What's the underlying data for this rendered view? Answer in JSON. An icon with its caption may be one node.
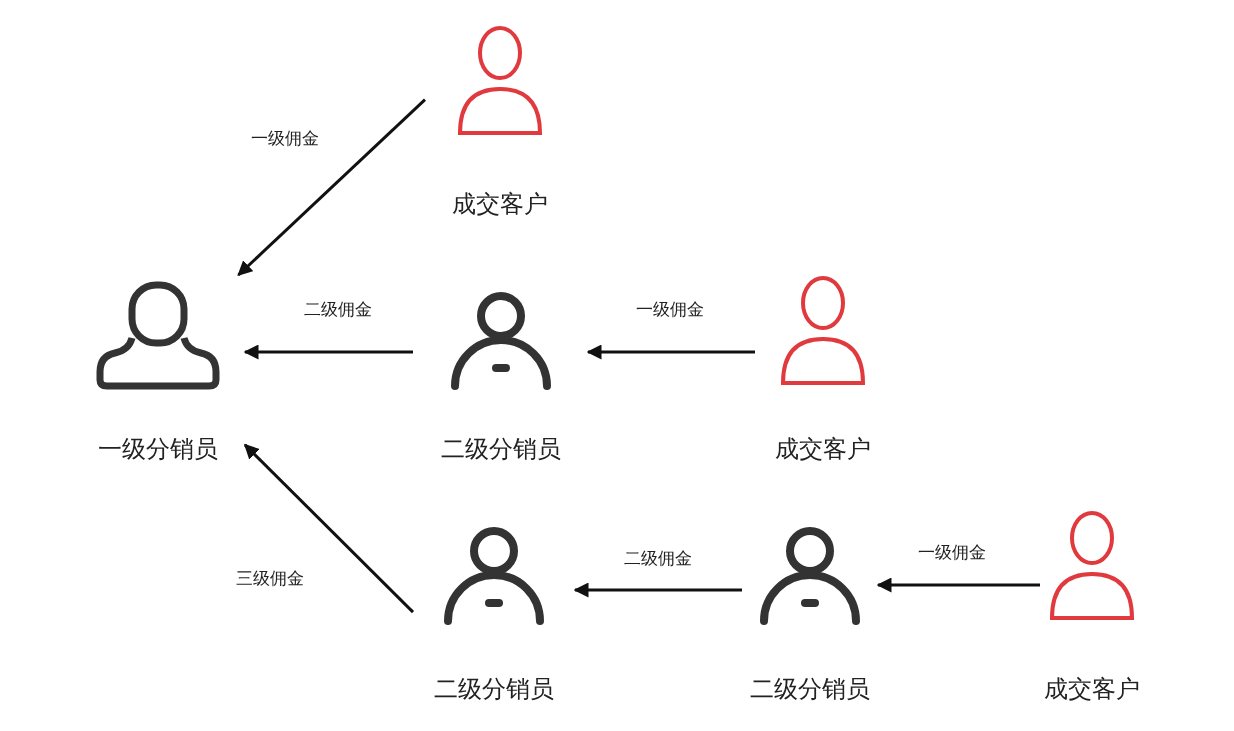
{
  "diagram": {
    "nodes": [
      {
        "text": [
          "成交客户"
        ]
      },
      {
        "text": [
          "一级分销员"
        ]
      },
      {
        "text": [
          "二级分销员"
        ]
      },
      {
        "text": [
          "成交客户"
        ]
      },
      {
        "text": [
          "二级分销员"
        ]
      },
      {
        "text": [
          "二级分销员"
        ]
      },
      {
        "text": [
          "成交客户"
        ]
      }
    ],
    "edges": [
      {
        "from": 0,
        "to": 1,
        "arrow": "to",
        "label": "一级佣金"
      },
      {
        "from": 2,
        "to": 1,
        "arrow": "to",
        "label": "二级佣金"
      },
      {
        "from": 3,
        "to": 2,
        "arrow": "to",
        "label": "一级佣金"
      },
      {
        "from": 4,
        "to": 1,
        "arrow": "to",
        "label": "三级佣金"
      },
      {
        "from": 5,
        "to": 4,
        "arrow": "to",
        "label": "二级佣金"
      },
      {
        "from": 6,
        "to": 5,
        "arrow": "to",
        "label": "一级佣金"
      }
    ]
  }
}
